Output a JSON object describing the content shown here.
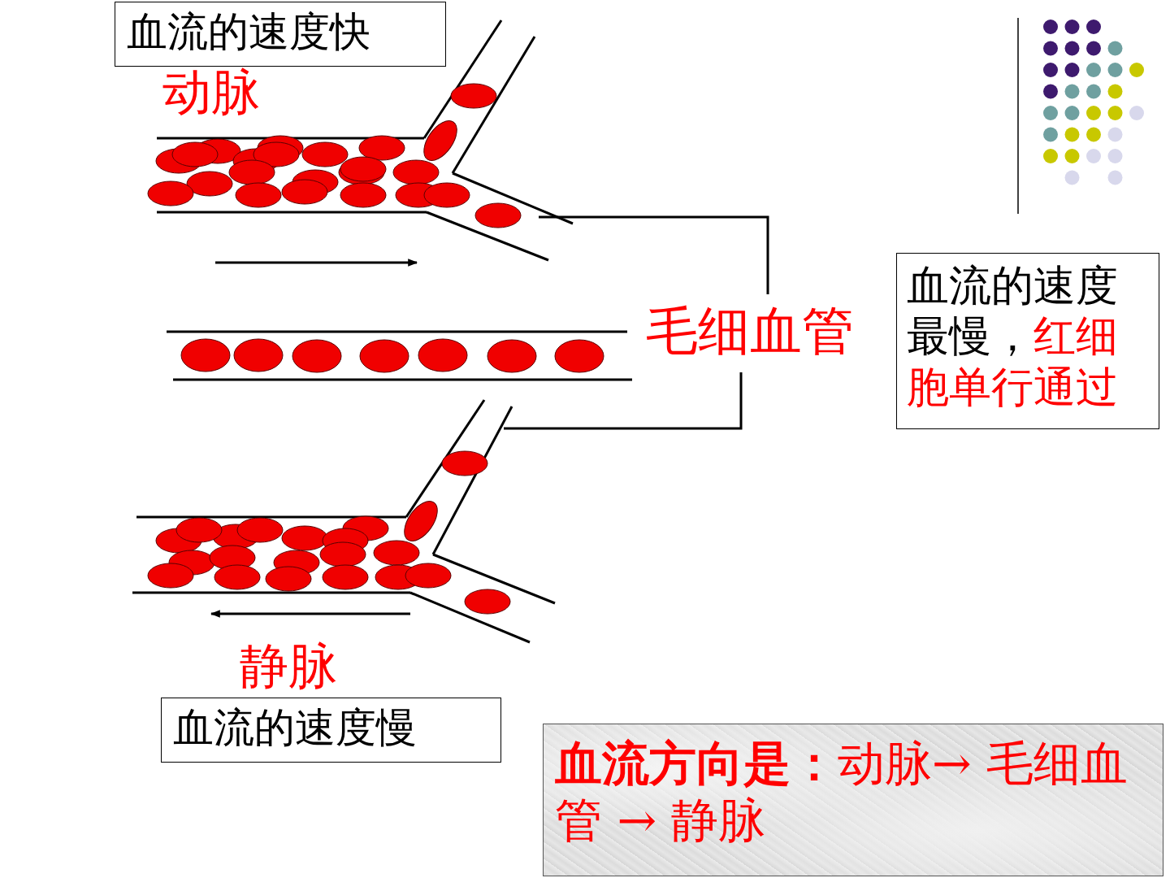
{
  "diagram": {
    "nodes": [
      {
        "text": [
          "血流的速度快"
        ]
      },
      {
        "text": [
          "血流的速度最慢，",
          "红细胞单行通过"
        ]
      },
      {
        "text": [
          "血流的速度慢"
        ]
      },
      {
        "text": [
          "血流方向是：",
          "动脉→ 毛细血管 → 静脉"
        ]
      }
    ],
    "labels": [
      "动脉",
      "毛细血管",
      "静脉"
    ]
  }
}
